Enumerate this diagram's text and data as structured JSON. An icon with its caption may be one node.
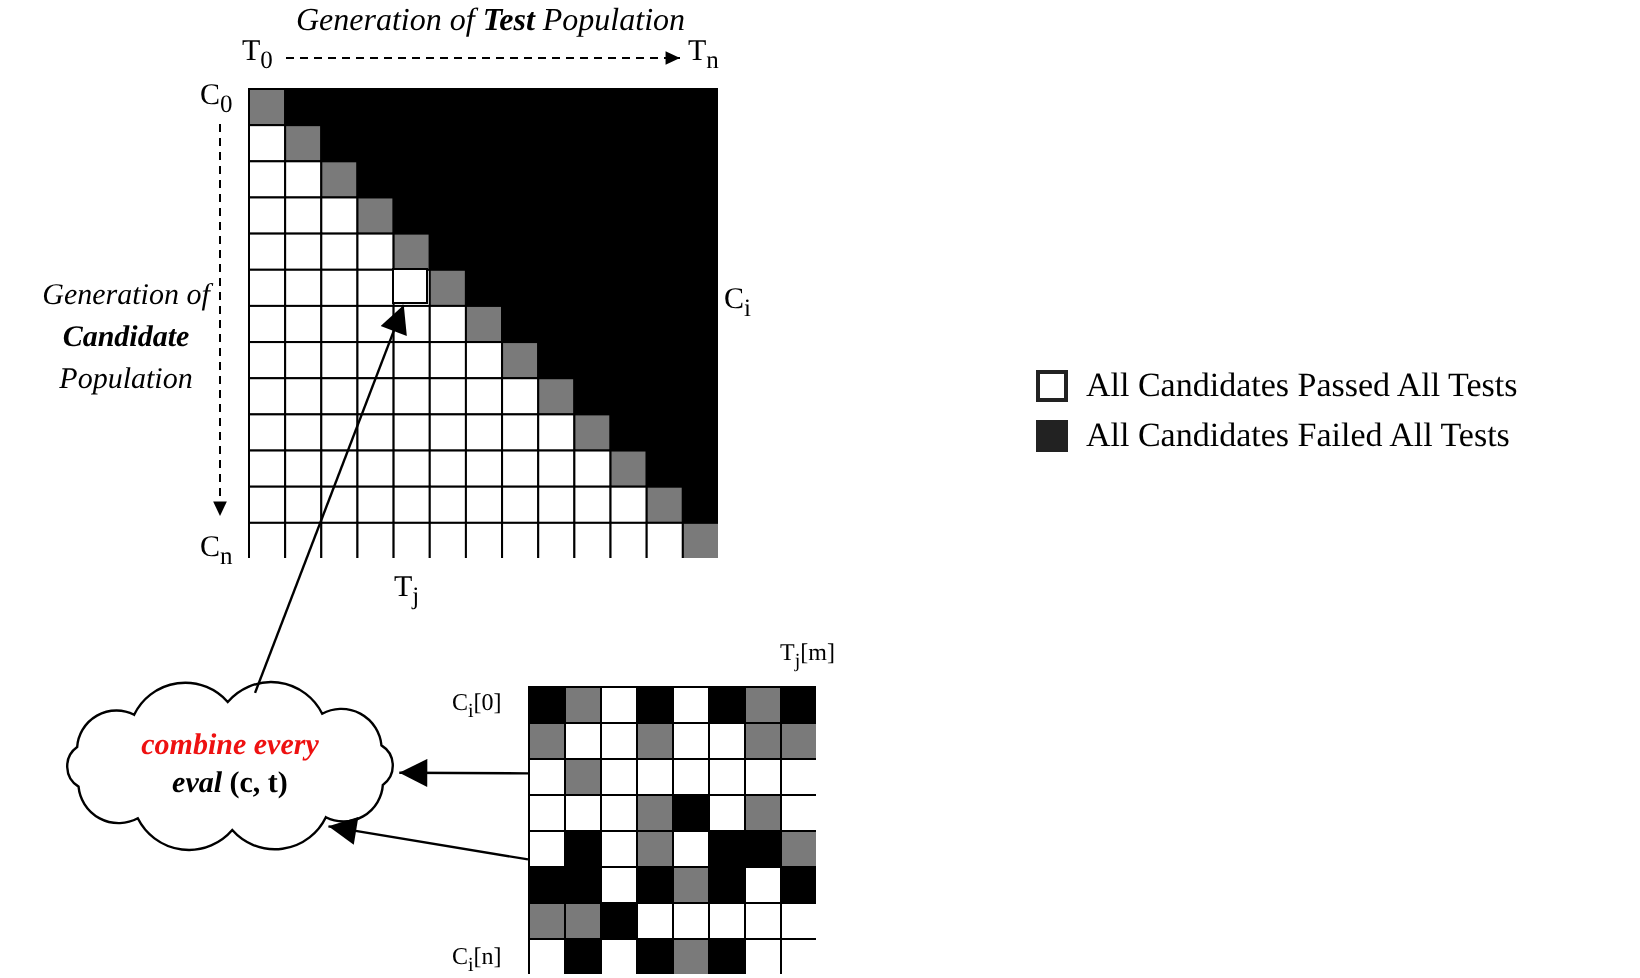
{
  "diagram": {
    "nodes": [
      {
        "text": [],
        "shape": "picture"
      },
      {
        "text": [],
        "shape": "box",
        "in": 0
      },
      {
        "text": [
          "combine every",
          "*eval* (c, t)"
        ]
      },
      {
        "text": [],
        "shape": "picture"
      }
    ],
    "edges": [
      {
        "from": 2,
        "to": 1,
        "arrow": "to"
      },
      {
        "from": 3,
        "to": 2,
        "arrow": "to"
      },
      {
        "from": 3,
        "to": 2,
        "arrow": "to"
      }
    ],
    "labels": [
      "Generation of **Test** Population",
      "T$_{0}$",
      "T$_{n}$",
      "C$_{0}$",
      "C$_{i}$",
      "Generation of **Candidate** Population",
      "C$_{n}$",
      "T$_{j}$",
      "T$_{j}$[m]",
      "C$_{i}$[0]",
      "C$_{i}$[n]"
    ],
    "legend": [
      {
        "text": "All Candidates Passed All Tests",
        "color": "#ffffff"
      },
      {
        "text": "All Candidates Failed All Tests",
        "color": "#222222"
      }
    ]
  }
}
